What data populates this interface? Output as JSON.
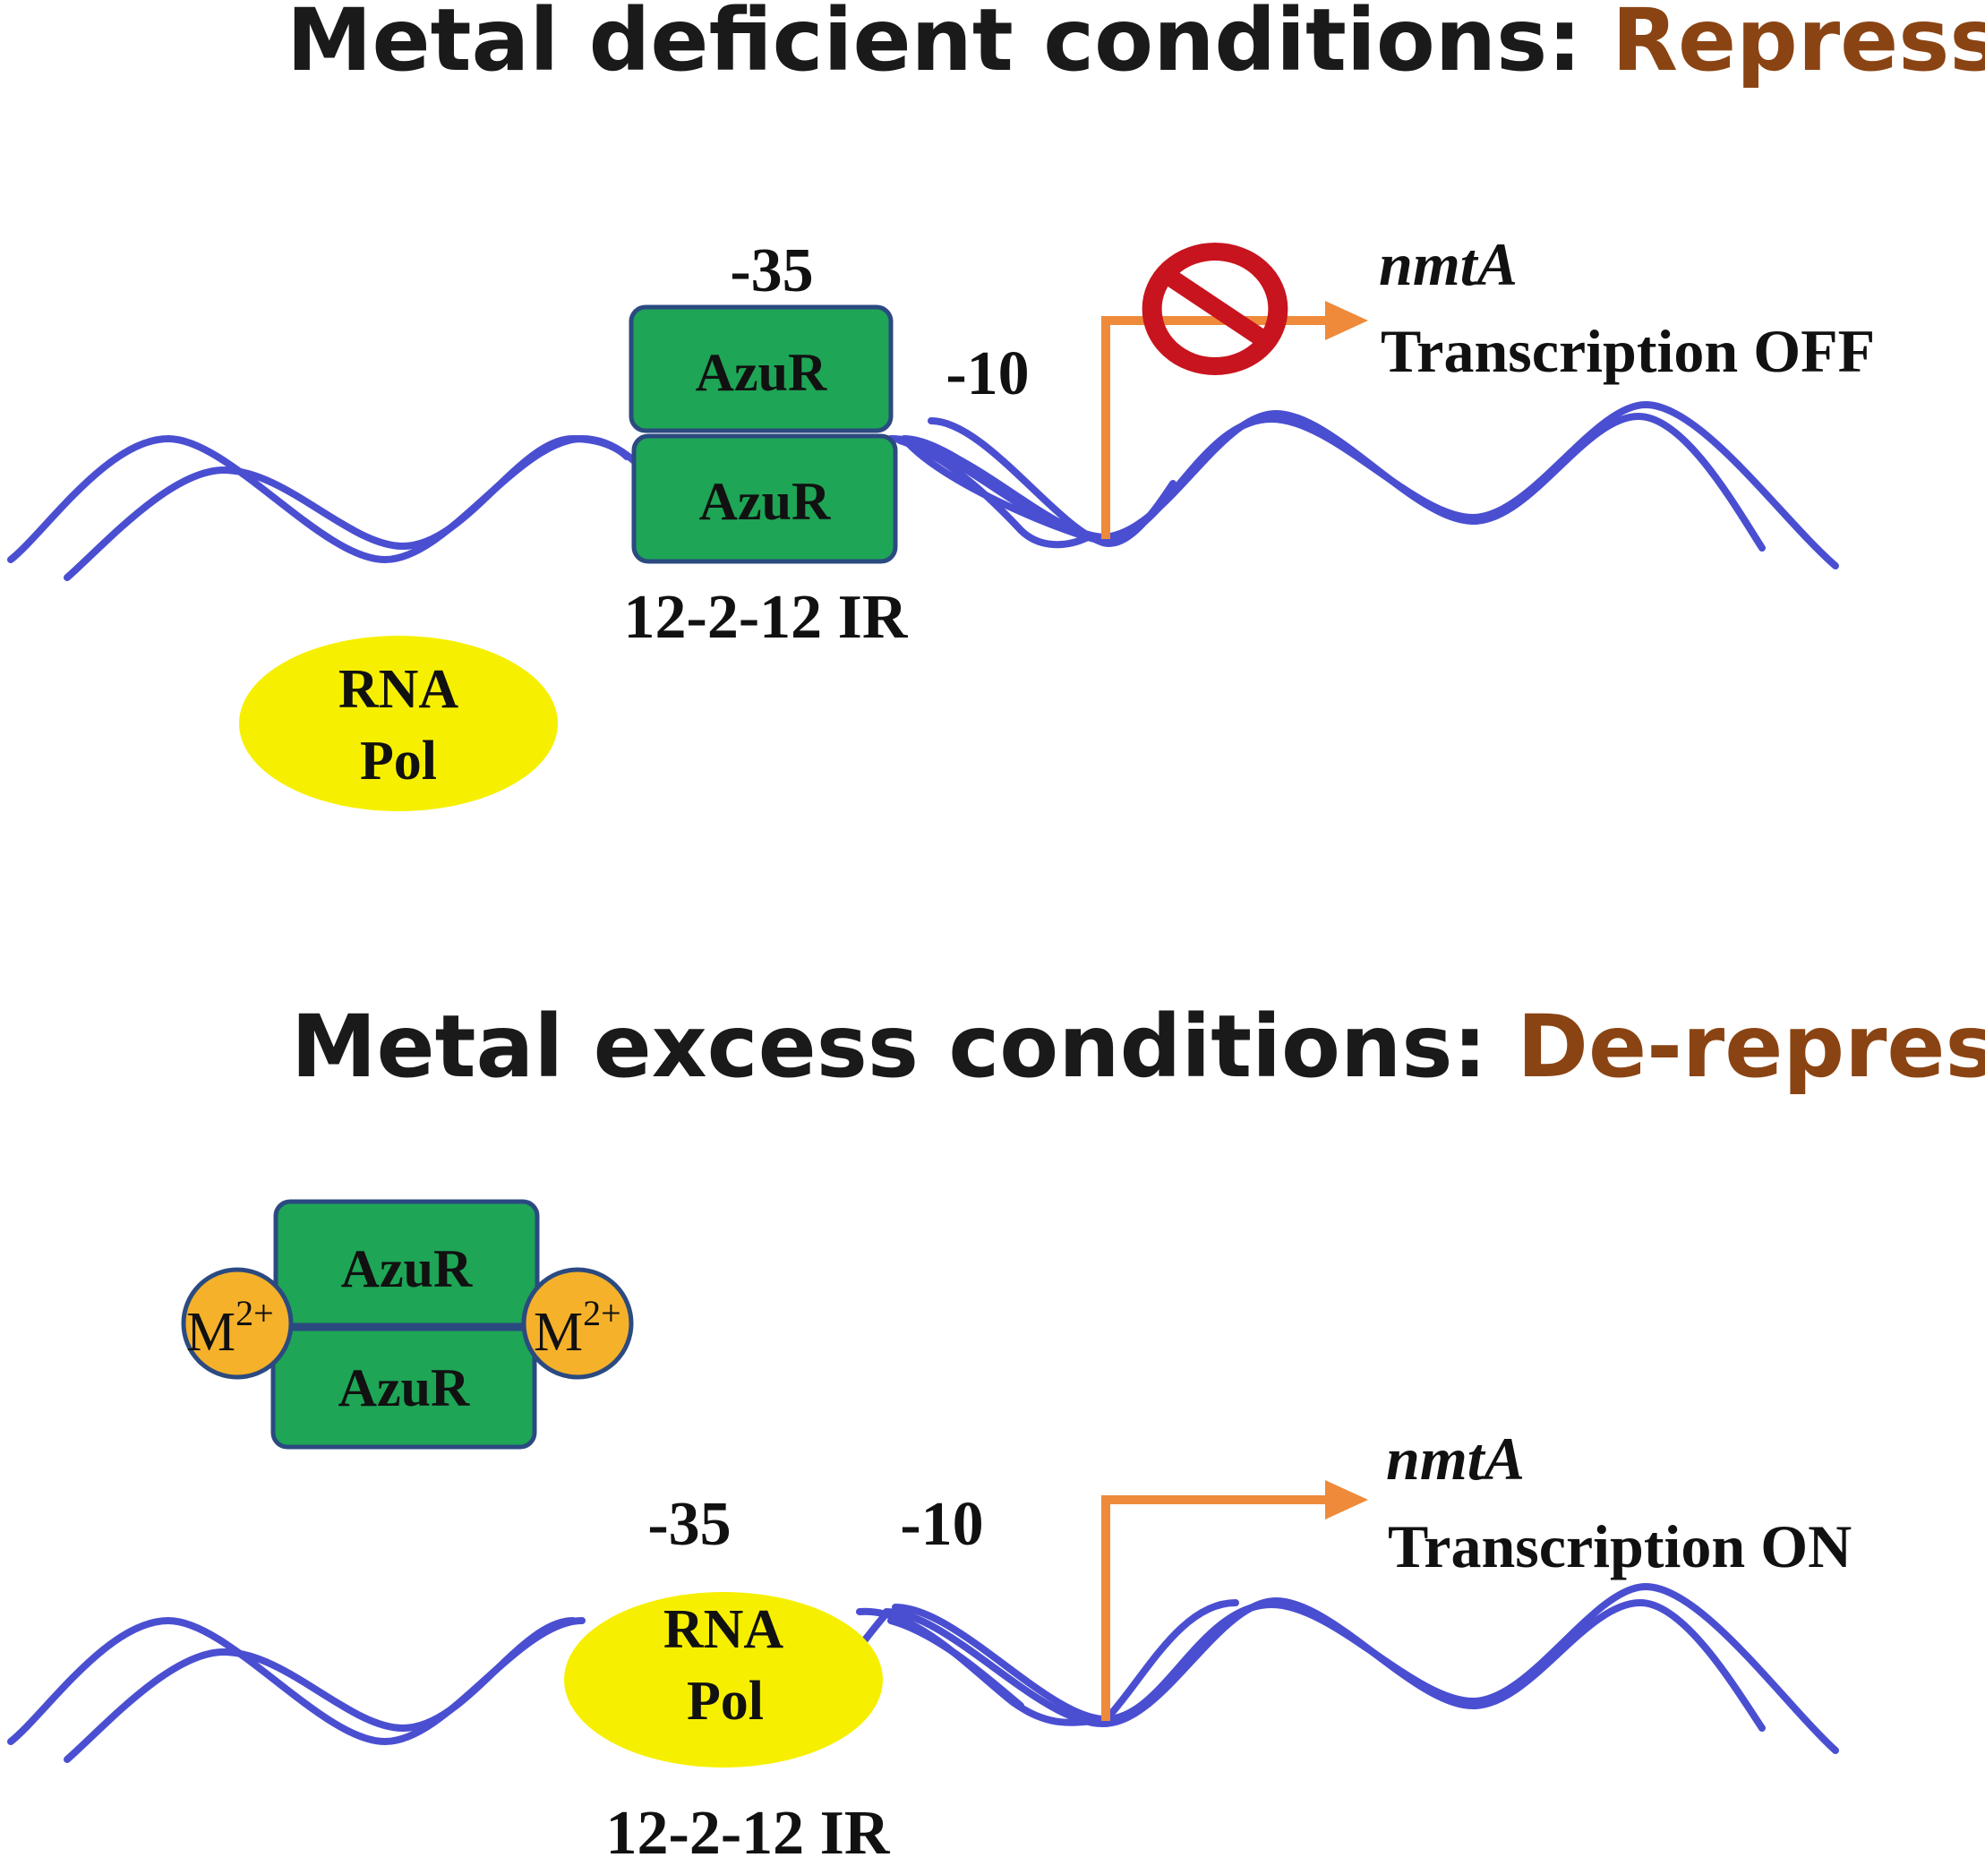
{
  "colors": {
    "dna": "#4a4fd1",
    "azur_fill": "#1ea556",
    "azur_stroke": "#2b4a80",
    "rna_pol_fill": "#f6f000",
    "metal_fill": "#f5b12a",
    "arrow": "#ee8a3a",
    "prohibit": "#c8141e",
    "title_text": "#1a1a1a",
    "accent_text": "#8a4413",
    "label_text": "#111111"
  },
  "panel_top": {
    "title_prefix": "Metal deficient conditions: ",
    "title_accent": "Repression",
    "minus35": "-35",
    "minus10": "-10",
    "azur_upper": "AzuR",
    "azur_lower": "AzuR",
    "ir_label": "12-2-12 IR",
    "rna_pol_line1": "RNA",
    "rna_pol_line2": "Pol",
    "gene_name": "nmtA",
    "status": "Transcription OFF",
    "blocked_icon": "prohibit-icon"
  },
  "panel_bottom": {
    "title_prefix": "Metal excess conditions: ",
    "title_accent": "De-repression",
    "azur_upper": "AzuR",
    "azur_lower": "AzuR",
    "metal_left": "M",
    "metal_left_charge": "2+",
    "metal_right": "M",
    "metal_right_charge": "2+",
    "minus35": "-35",
    "minus10": "-10",
    "rna_pol_line1": "RNA",
    "rna_pol_line2": "Pol",
    "ir_label": "12-2-12 IR",
    "gene_name": "nmtA",
    "status": "Transcription ON"
  }
}
